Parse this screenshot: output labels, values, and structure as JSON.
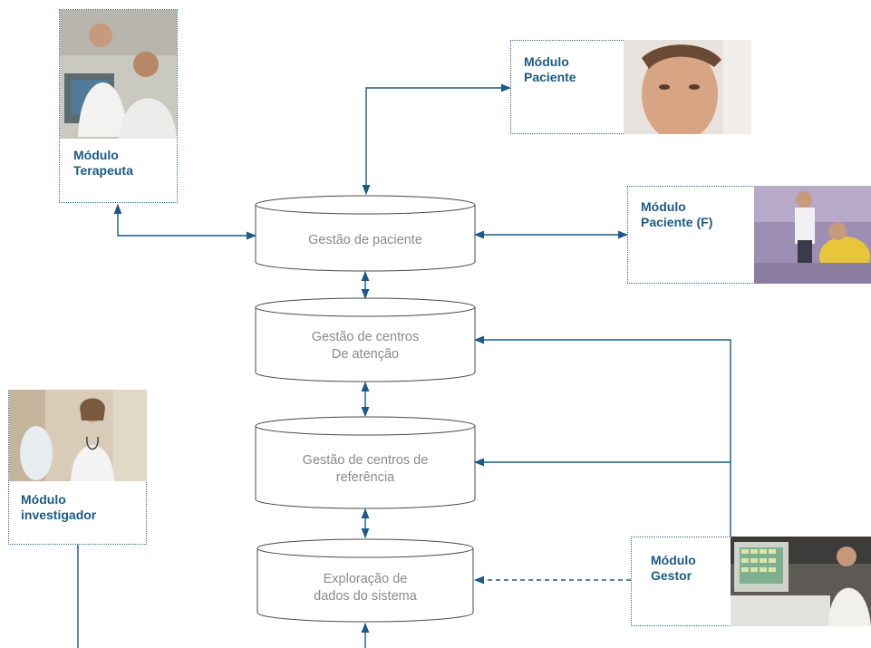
{
  "modules": {
    "terapeuta": {
      "label": "Módulo\nTerapeuta",
      "photo": "two-doctors-at-computer-photo"
    },
    "paciente": {
      "label": "Módulo\nPaciente",
      "photo": "patient-face-photo"
    },
    "paciente_f": {
      "label": "Módulo\nPaciente (F)",
      "photo": "physiotherapy-session-photo"
    },
    "investigador": {
      "label": "Módulo\ninvestigador",
      "photo": "female-doctor-hallway-photo"
    },
    "gestor": {
      "label": "Módulo\nGestor",
      "photo": "manager-at-workstation-photo"
    }
  },
  "databases": {
    "paciente": "Gestão de paciente",
    "centros_atencao": "Gestão de centros\nDe atenção",
    "centros_referencia": "Gestão de centros de\nreferência",
    "exploracao": "Exploração de\ndados do sistema"
  },
  "colors": {
    "arrow": "#1c5a87",
    "label": "#1c5a87",
    "cylinder_stroke": "#4a4a4a",
    "cylinder_text": "#8a8a8a"
  }
}
